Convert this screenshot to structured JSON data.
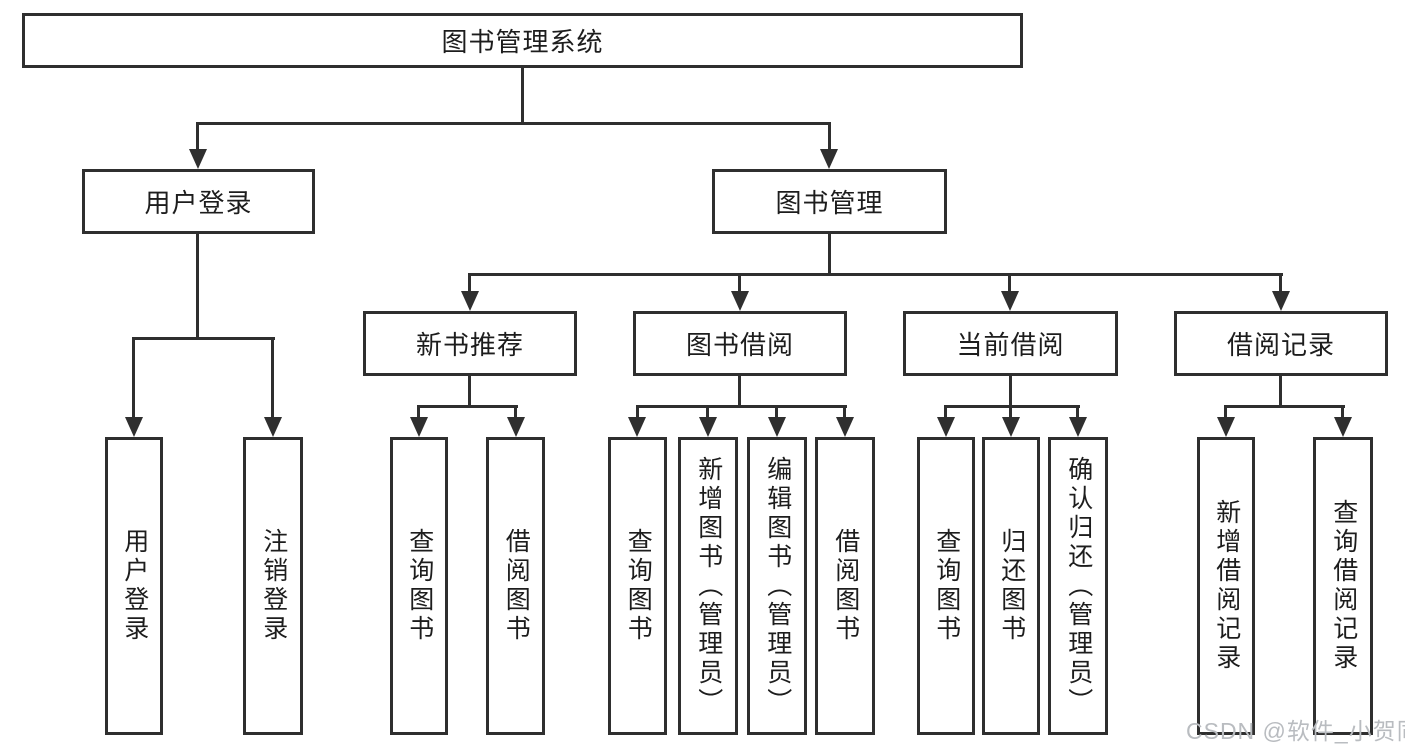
{
  "tree": {
    "root": "图书管理系统",
    "level2": {
      "user_login": "用户登录",
      "book_management": "图书管理"
    },
    "level3": {
      "new_books": "新书推荐",
      "book_borrowing": "图书借阅",
      "current_borrowing": "当前借阅",
      "borrowing_records": "借阅记录"
    },
    "leaves": {
      "user_login": [
        "用户登录",
        "注销登录"
      ],
      "new_books": [
        "查询图书",
        "借阅图书"
      ],
      "book_borrowing": [
        "查询图书",
        "新增图书（管理员）",
        "编辑图书（管理员）",
        "借阅图书"
      ],
      "current_borrowing": [
        "查询图书",
        "归还图书",
        "确认归还（管理员）"
      ],
      "borrowing_records": [
        "新增借阅记录",
        "查询借阅记录"
      ]
    }
  },
  "watermark": "CSDN @软件_小贺同学",
  "colors": {
    "line": "#2f2f2f",
    "text": "#1d1d1d",
    "watermark": "#b9bcc0",
    "background": "#ffffff"
  }
}
